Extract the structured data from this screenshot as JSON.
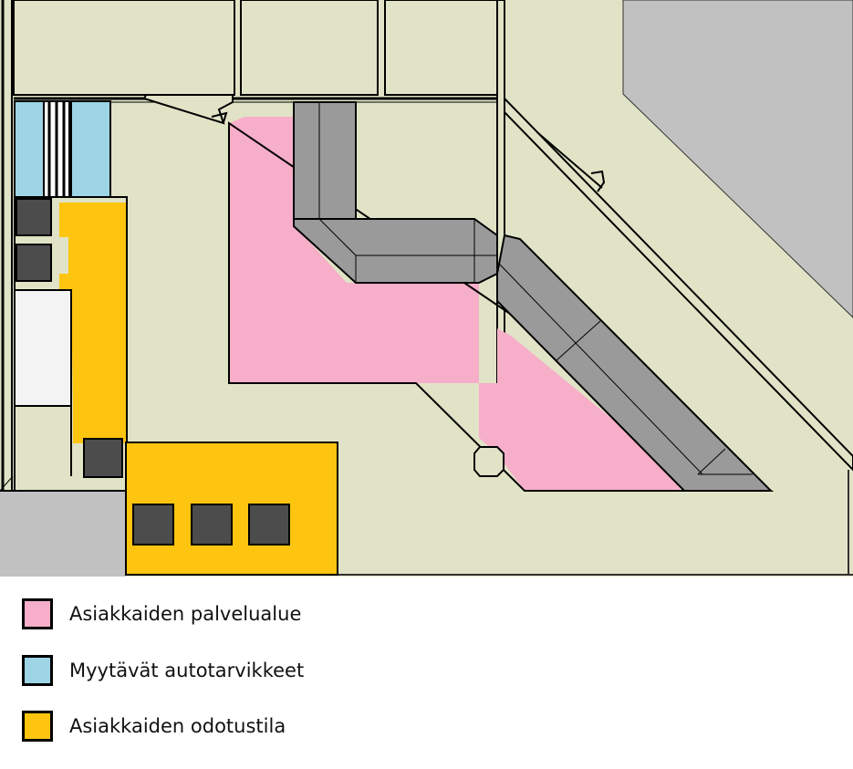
{
  "colors": {
    "floor": "#e1e3c6",
    "wall_gray": "#c1c1c1",
    "customer_service": "#f6aec9",
    "car_accessories": "#9dd5e6",
    "waiting_area": "#fdc50f",
    "chair": "#4c4c4c",
    "counter": "#9a9a9a",
    "white_box": "#f3f3f3",
    "outline": "#000000"
  },
  "legend": {
    "items": [
      {
        "label": "Asiakkaiden palvelualue",
        "color": "#f6aec9",
        "icon": "pink-swatch"
      },
      {
        "label": "Myytävät autotarvikkeet",
        "color": "#9dd5e6",
        "icon": "blue-swatch"
      },
      {
        "label": "Asiakkaiden odotustila",
        "color": "#fdc50f",
        "icon": "yellow-swatch"
      }
    ]
  }
}
